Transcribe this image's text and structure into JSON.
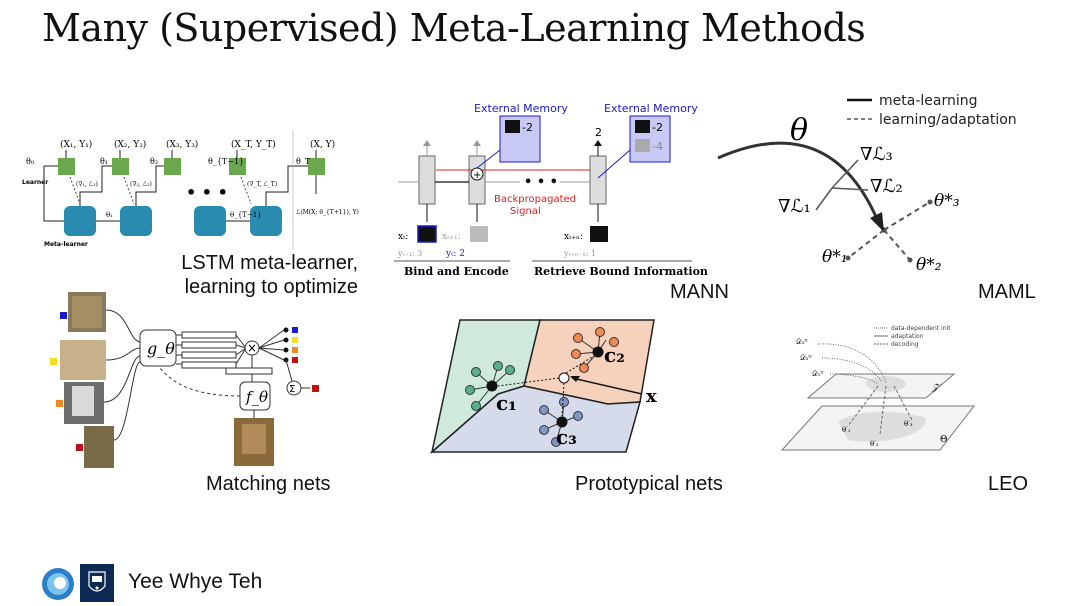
{
  "slide": {
    "title": "Many (Supervised) Meta-Learning Methods",
    "presenter": "Yee Whye Teh"
  },
  "panels": {
    "lstm": {
      "caption_line1": "LSTM meta-learner,",
      "caption_line2": "learning to optimize",
      "learner_label": "Learner",
      "metalearner_label": "Meta-learner",
      "inputs": [
        "(X₁, Y₁)",
        "(X₂, Y₂)",
        "(X₃, Y₃)",
        "(X_T, Y_T)",
        "(X, Y)"
      ],
      "params": [
        "θ₀",
        "θ₁",
        "θ₂",
        "θ_{T−1}",
        "θ_T"
      ],
      "grads": [
        "(∇₁, ℒ₁)",
        "(∇₂, ℒ₂)",
        "(∇_T, ℒ_T)"
      ],
      "loss": "ℒ(M(X; θ_{T+1}), Y)",
      "dots": "• • •"
    },
    "mann": {
      "caption": "MANN",
      "memory_label": "External Memory",
      "memory_values_left": [
        "-2"
      ],
      "memory_values_right": [
        "-2",
        "-4"
      ],
      "backprop_line1": "Backpropagated",
      "backprop_line2": "Signal",
      "bind_label": "Bind and Encode",
      "retrieve_label": "Retrieve Bound Information",
      "top_number": "2",
      "inputs": {
        "xt": "xₜ:",
        "xt1": "xₜ₊₁:",
        "xtn": "xₜ₊ₙ:",
        "yt1": "yₜ₋₁: 3",
        "yt": "yₜ: 2",
        "ytn": "yₜ₊ₙ₋₁: 1"
      },
      "dots": "• • •"
    },
    "maml": {
      "caption": "MAML",
      "legend_solid": "meta-learning",
      "legend_dashed": "learning/adaptation",
      "theta": "θ",
      "grads": [
        "∇ℒ₃",
        "∇ℒ₂",
        "∇ℒ₁"
      ],
      "thetas_star": [
        "θ*₃",
        "θ*₁",
        "θ*₂"
      ]
    },
    "matching": {
      "caption": "Matching nets",
      "g_label": "g_θ",
      "f_label": "f_θ",
      "times": "×",
      "sum": "Σ"
    },
    "proto": {
      "caption": "Prototypical nets",
      "c1": "c₁",
      "c2": "c₂",
      "c3": "c₃",
      "x": "x"
    },
    "leo": {
      "caption": "LEO",
      "legend": [
        "data-dependent init",
        "adaptation",
        "decoding"
      ],
      "data_labels": [
        "𝒟₃ᵗʳ",
        "𝒟₂ᵗʳ",
        "𝒟₁ᵗʳ"
      ],
      "z_label": "𝒵",
      "theta_label": "Θ",
      "theta_primes": [
        "θ′₁",
        "θ′₂",
        "θ′₃"
      ]
    }
  },
  "colors": {
    "learner_green": "#6aa84f",
    "meta_teal": "#2a8bb0",
    "mann_memory": "#c9c9f5",
    "mann_red": "#e02020",
    "mann_blue": "#1a1ad6",
    "proto_green": "#cfe9dc",
    "proto_orange": "#f6d2bd",
    "proto_blue": "#d5dbea",
    "point_green": "#5ab08c",
    "point_orange": "#f08a55",
    "point_blue": "#7f95c7"
  }
}
